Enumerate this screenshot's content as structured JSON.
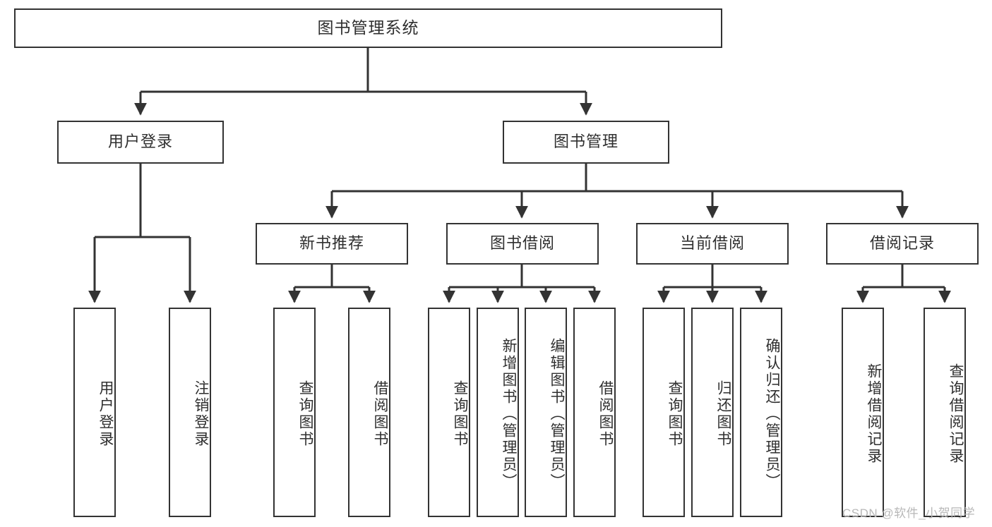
{
  "diagram": {
    "type": "tree-hierarchy-chart",
    "title": "图书管理系统",
    "orientation": "top-down",
    "colors": {
      "box_border": "#333333",
      "box_fill": "#ffffff",
      "text": "#2f2f2f",
      "connector": "#333333",
      "watermark": "#b8b8b8"
    }
  },
  "root": {
    "label": "图书管理系统"
  },
  "level2": [
    {
      "label": "用户登录"
    },
    {
      "label": "图书管理"
    }
  ],
  "level3": [
    {
      "label": "新书推荐"
    },
    {
      "label": "图书借阅"
    },
    {
      "label": "当前借阅"
    },
    {
      "label": "借阅记录"
    }
  ],
  "leaves": {
    "user_login": [
      {
        "label": "用户登录"
      },
      {
        "label": "注销登录"
      }
    ],
    "new_book_recommend": [
      {
        "label": "查询图书"
      },
      {
        "label": "借阅图书"
      }
    ],
    "book_borrow": [
      {
        "label": "查询图书"
      },
      {
        "label": "新增图书（管理员）"
      },
      {
        "label": "编辑图书（管理员）"
      },
      {
        "label": "借阅图书"
      }
    ],
    "current_borrow": [
      {
        "label": "查询图书"
      },
      {
        "label": "归还图书"
      },
      {
        "label": "确认归还（管理员）"
      }
    ],
    "borrow_record": [
      {
        "label": "新增借阅记录"
      },
      {
        "label": "查询借阅记录"
      }
    ]
  },
  "watermark": {
    "text": "CSDN @软件_小贺同学"
  }
}
